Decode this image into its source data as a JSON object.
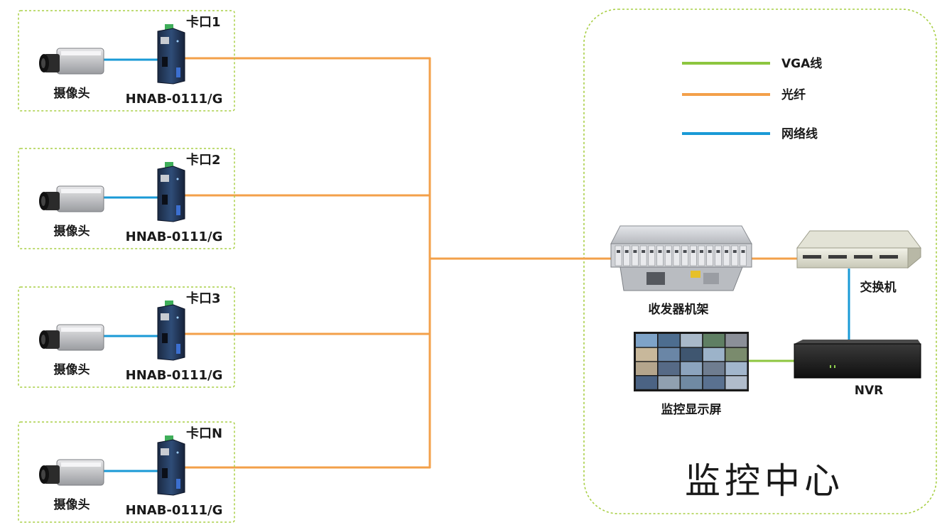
{
  "colors": {
    "vga": "#8dc63f",
    "fiber": "#f3a04a",
    "network": "#1a9ad6",
    "dashed_border": "#a8cf45"
  },
  "sites": [
    {
      "card_label": "卡口1",
      "camera_label": "摄像头",
      "device_label": "HNAB-0111/G"
    },
    {
      "card_label": "卡口2",
      "camera_label": "摄像头",
      "device_label": "HNAB-0111/G"
    },
    {
      "card_label": "卡口3",
      "camera_label": "摄像头",
      "device_label": "HNAB-0111/G"
    },
    {
      "card_label": "卡口N",
      "camera_label": "摄像头",
      "device_label": "HNAB-0111/G"
    }
  ],
  "legend": [
    {
      "label": "VGA线",
      "color": "vga"
    },
    {
      "label": "光纤",
      "color": "fiber"
    },
    {
      "label": "网络线",
      "color": "network"
    }
  ],
  "center": {
    "title": "监控中心",
    "rack_label": "收发器机架",
    "switch_label": "交换机",
    "display_label": "监控显示屏",
    "nvr_label": "NVR"
  }
}
